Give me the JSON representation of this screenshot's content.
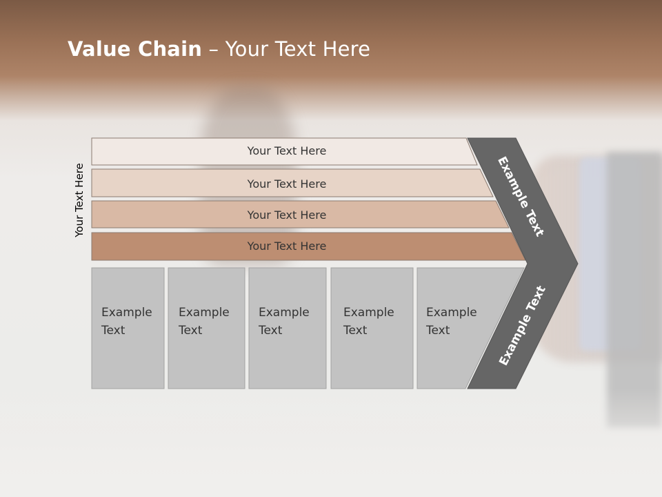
{
  "slide": {
    "title_bold": "Value Chain",
    "title_rest": " – Your Text Here",
    "side_label": "Your Text Here"
  },
  "bands": [
    {
      "label": "Your Text Here",
      "color": "#f1e9e4"
    },
    {
      "label": "Your Text Here",
      "color": "#e7d4c7"
    },
    {
      "label": "Your Text Here",
      "color": "#d9b9a5"
    },
    {
      "label": "Your Text Here",
      "color": "#bd8e72"
    }
  ],
  "columns": [
    {
      "line1": "Example",
      "line2": "Text"
    },
    {
      "line1": "Example",
      "line2": "Text"
    },
    {
      "line1": "Example",
      "line2": "Text"
    },
    {
      "line1": "Example",
      "line2": "Text"
    },
    {
      "line1": "Example",
      "line2": "Text"
    }
  ],
  "chevron": {
    "upper_label": "Example Text",
    "lower_label": "Example Text",
    "color": "#666666"
  },
  "colors": {
    "column_fill": "#c2c2c2",
    "column_stroke": "#a3a3a3",
    "band_stroke": "#8a7a70"
  }
}
